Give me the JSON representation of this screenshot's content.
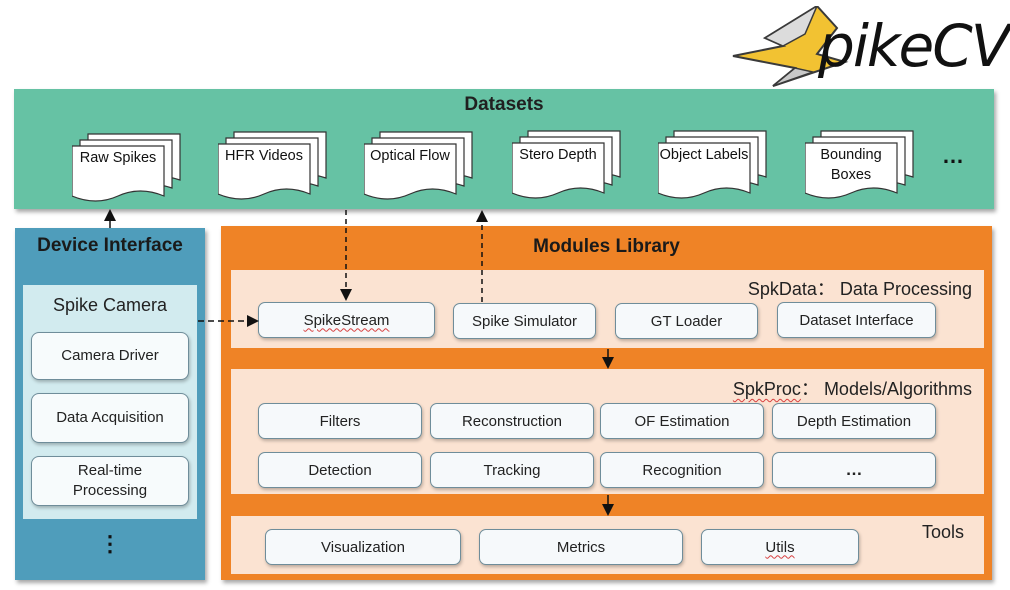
{
  "logo": {
    "text": "pikeCV"
  },
  "datasets": {
    "title": "Datasets",
    "items": [
      {
        "label": "Raw Spikes"
      },
      {
        "label": "HFR Videos"
      },
      {
        "label": "Optical Flow"
      },
      {
        "label": "Stero Depth"
      },
      {
        "label": "Object Labels"
      },
      {
        "label": "Bounding Boxes"
      }
    ],
    "more": "…"
  },
  "device": {
    "title": "Device Interface",
    "camera_title": "Spike Camera",
    "items": [
      {
        "label": "Camera Driver"
      },
      {
        "label": "Data Acquisition"
      },
      {
        "label": "Real-time Processing"
      }
    ],
    "more": "⋮"
  },
  "modules": {
    "title": "Modules Library",
    "spkdata": {
      "title": "SpkData： Data Processing",
      "items": [
        "SpikeStream",
        "Spike Simulator",
        "GT Loader",
        "Dataset Interface"
      ]
    },
    "spkproc": {
      "title": "SpkProc： Models/Algorithms",
      "items": [
        "Filters",
        "Reconstruction",
        "OF Estimation",
        "Depth Estimation",
        "Detection",
        "Tracking",
        "Recognition",
        "…"
      ]
    },
    "tools": {
      "title": "Tools",
      "items": [
        "Visualization",
        "Metrics",
        "Utils"
      ]
    }
  },
  "colors": {
    "datasets_bg": "#66c2a4",
    "device_bg": "#4f9dbb",
    "modules_bg": "#ef8326",
    "panel_bg": "#fbe3d2",
    "logo_accent": "#f2c232"
  }
}
